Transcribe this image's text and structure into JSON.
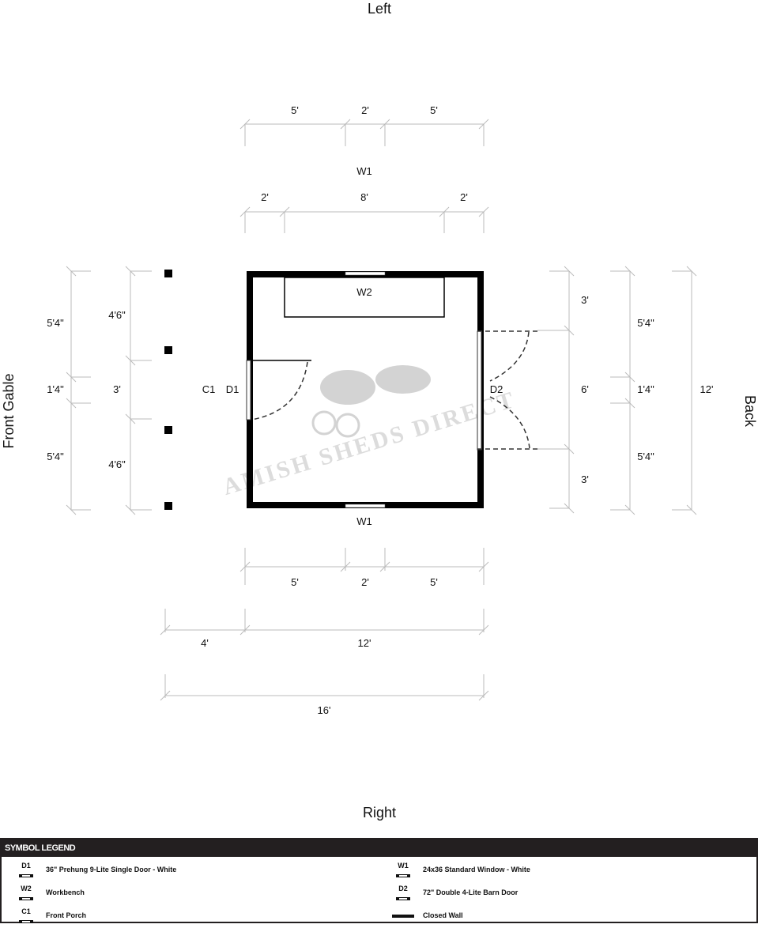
{
  "sides": {
    "top": "Left",
    "bottom": "Right",
    "left": "Front Gable",
    "right": "Back"
  },
  "top_dims": {
    "row1": [
      "5'",
      "2'",
      "5'"
    ],
    "window_label": "W1",
    "row2": [
      "2'",
      "8'",
      "2'"
    ]
  },
  "bottom_dims": {
    "row1": [
      "5'",
      "2'",
      "5'"
    ],
    "row2": [
      "4'",
      "12'"
    ],
    "row3": "16'"
  },
  "left_dims": {
    "outer": [
      "5'4\"",
      "1'4\"",
      "5'4\""
    ],
    "inner": [
      "4'6\"",
      "3'",
      "4'6\""
    ]
  },
  "right_dims": {
    "inner": [
      "3'",
      "6'",
      "3'"
    ],
    "middle": [
      "5'4\"",
      "1'4\"",
      "5'4\""
    ],
    "outer": "12'"
  },
  "plan_labels": {
    "w2": "W2",
    "w1": "W1",
    "d1": "D1",
    "d2": "D2",
    "c1": "C1"
  },
  "watermark": "AMISH SHEDS DIRECT",
  "legend": {
    "title": "SYMBOL LEGEND",
    "items": [
      {
        "code": "D1",
        "label": "36\" Prehung 9-Lite Single Door - White"
      },
      {
        "code": "W1",
        "label": "24x36 Standard Window - White"
      },
      {
        "code": "W2",
        "label": "Workbench"
      },
      {
        "code": "D2",
        "label": "72\" Double 4-Lite Barn Door"
      },
      {
        "code": "C1",
        "label": "Front Porch"
      },
      {
        "code": "",
        "label": "Closed Wall"
      }
    ]
  }
}
